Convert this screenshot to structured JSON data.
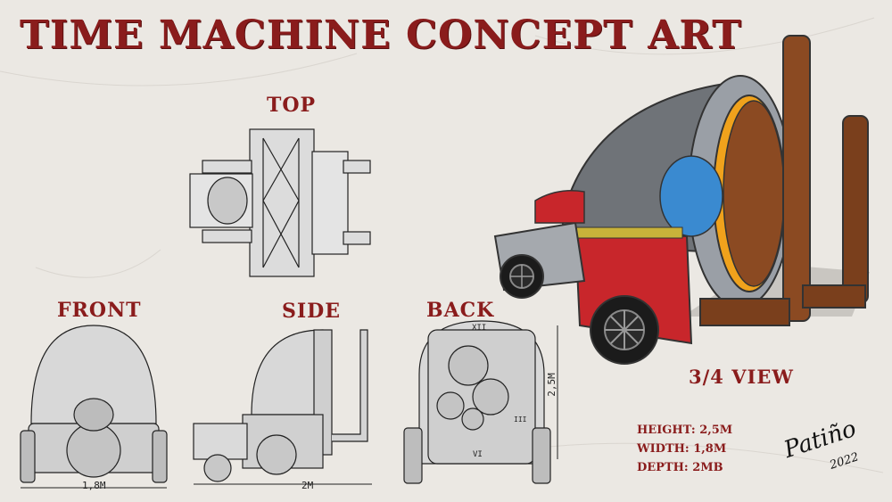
{
  "title": "TIME MACHINE CONCEPT ART",
  "views": {
    "top": "TOP",
    "front": "FRONT",
    "side": "SIDE",
    "back": "BACK",
    "three_quarter": "3/4 VIEW"
  },
  "dimensions": {
    "front_width": "1,8M",
    "side_length": "2M",
    "back_height": "2,5M"
  },
  "back_dial": {
    "roman_top": "XII",
    "roman_bottom": "VI",
    "roman_right": "III"
  },
  "specs": {
    "height": "HEIGHT: 2,5M",
    "width": "WIDTH: 1,8M",
    "depth": "DEPTH: 2MB"
  },
  "signature": {
    "name": "Patiño",
    "year": "2022"
  },
  "colors": {
    "title_red": "#8a1c1c",
    "body_red": "#c8262b",
    "copper": "#8b4a22",
    "glass": "#6f7378"
  }
}
